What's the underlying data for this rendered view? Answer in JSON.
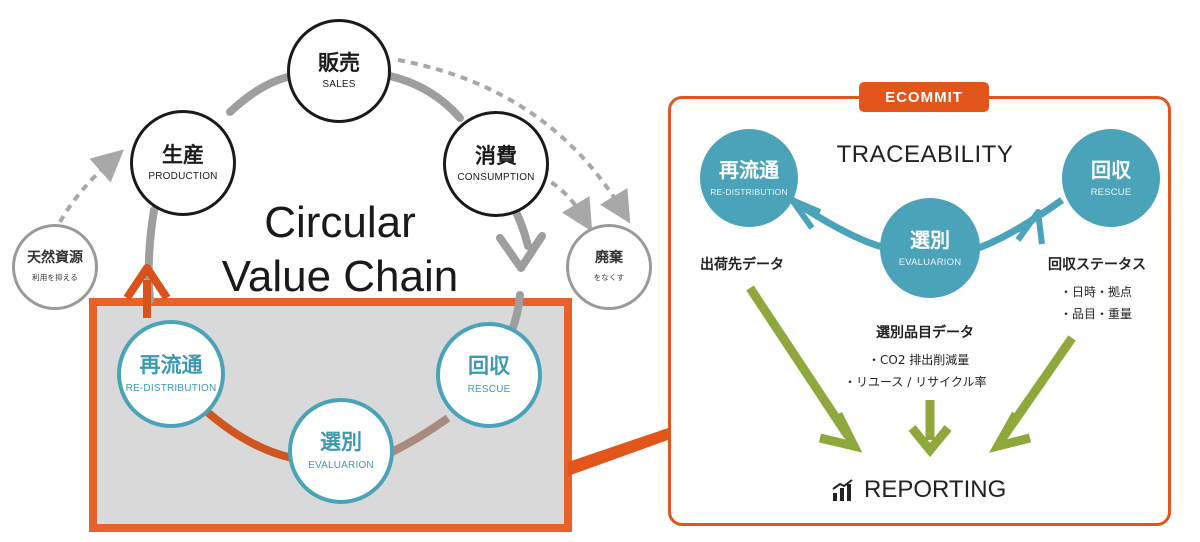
{
  "diagram": {
    "title_line1": "Circular",
    "title_line2": "Value Chain",
    "nodes": {
      "sales": {
        "jp": "販売",
        "en": "SALES"
      },
      "production": {
        "jp": "生産",
        "en": "PRODUCTION"
      },
      "consumption": {
        "jp": "消費",
        "en": "CONSUMPTION"
      },
      "natural_resources": {
        "jp": "天然資源",
        "en": "利用を抑える"
      },
      "disposal": {
        "jp": "廃棄",
        "en": "をなくす"
      },
      "redistribution": {
        "jp": "再流通",
        "en": "RE-DISTRIBUTION"
      },
      "sorting": {
        "jp": "選別",
        "en": "EVALUARION"
      },
      "rescue": {
        "jp": "回収",
        "en": "RESCUE"
      }
    }
  },
  "panel": {
    "badge": "ECOMMIT",
    "heading": "TRACEABILITY",
    "nodes": {
      "redistribution": {
        "jp": "再流通",
        "en": "RE-DISTRIBUTION"
      },
      "sorting": {
        "jp": "選別",
        "en": "EVALUARION"
      },
      "rescue": {
        "jp": "回収",
        "en": "RESCUE"
      }
    },
    "shipping_data": "出荷先データ",
    "rescue_status": "回収ステータス",
    "rescue_bullets": [
      "・日時・拠点",
      "・品目・重量"
    ],
    "sorted_items_data": "選別品目データ",
    "sorted_bullets": [
      "・CO2 排出削減量",
      "・リユース / リサイクル率"
    ],
    "reporting": "REPORTING"
  },
  "colors": {
    "accent_orange": "#e2561b",
    "teal": "#4aa3b8",
    "olive_green": "#8fa83c",
    "gray_ring": "#9e9e9e",
    "highlight_bg": "#d9d9d9"
  }
}
